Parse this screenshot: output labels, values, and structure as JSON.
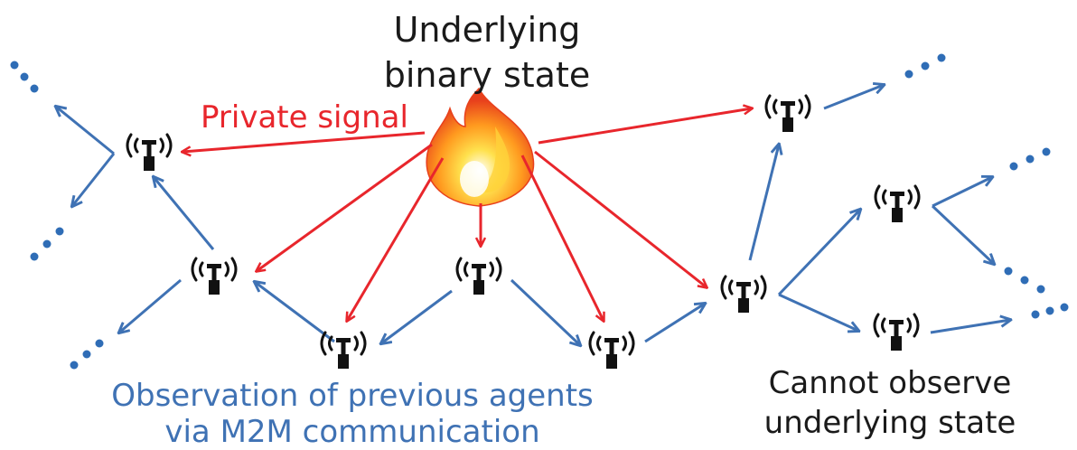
{
  "labels": {
    "state_line1": "Underlying",
    "state_line2": "binary state",
    "private_signal": "Private signal",
    "observation_line1": "Observation of previous agents",
    "observation_line2": "via M2M communication",
    "cannot_line1": "Cannot observe",
    "cannot_line2": "underlying state"
  },
  "colors": {
    "private_signal_arrow": "#e8262c",
    "observation_arrow": "#3f72b4",
    "continuation_dots": "#2f6db6",
    "agent_icon": "#111111"
  },
  "icons": {
    "state": "fire-icon",
    "agent": "antenna-tower-icon"
  },
  "agents": [
    "a1",
    "a2",
    "a3",
    "a4",
    "a5",
    "a6",
    "a7",
    "a8",
    "a9"
  ]
}
